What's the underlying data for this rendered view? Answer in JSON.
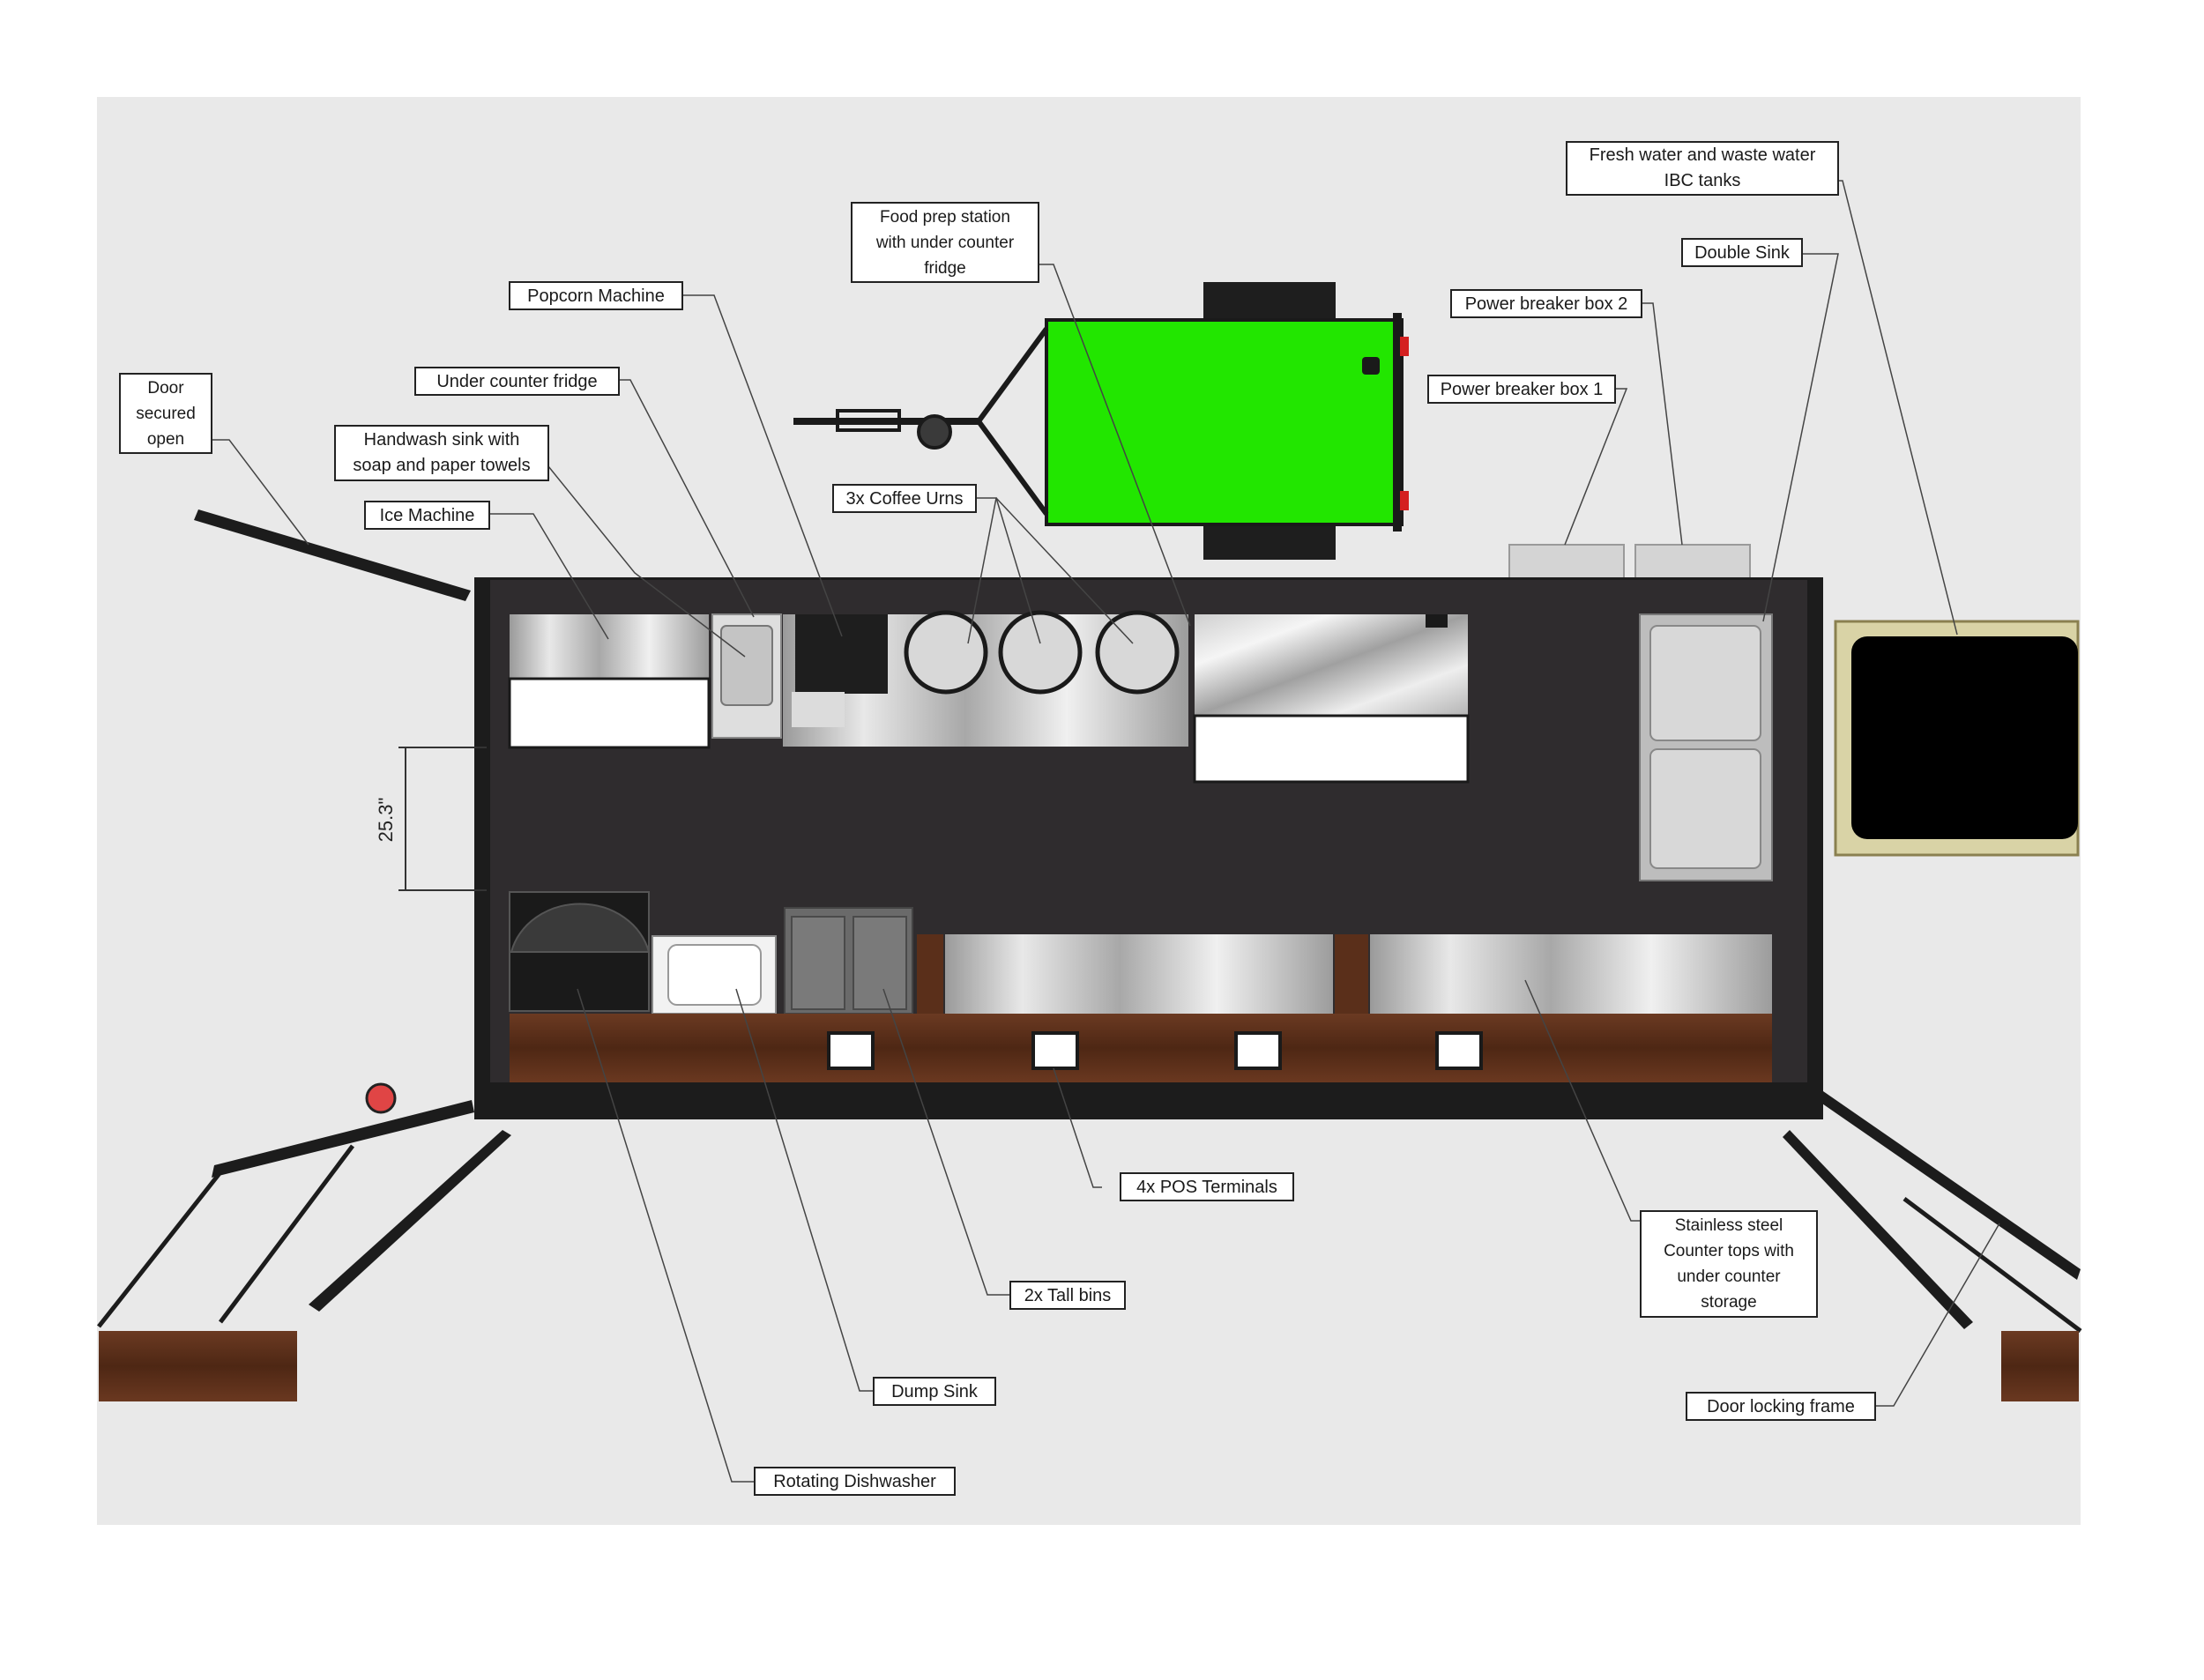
{
  "labels": {
    "door_secured_open": "Door\nsecured\nopen",
    "handwash_sink": "Handwash sink  with\nsoap and paper towels",
    "ice_machine": "Ice Machine",
    "under_counter_fridge": "Under counter fridge",
    "popcorn_machine": "Popcorn Machine",
    "food_prep_station": "Food prep station\nwith under counter\nfridge",
    "coffee_urns": "3x Coffee Urns",
    "power_breaker_box_1": "Power breaker box 1",
    "power_breaker_box_2": "Power breaker box 2",
    "double_sink": "Double Sink",
    "ibc_tanks": "Fresh water and waste water\nIBC tanks",
    "pos_terminals": "4x POS Terminals",
    "tall_bins": "2x Tall bins",
    "dump_sink": "Dump Sink",
    "rotating_dishwasher": "Rotating Dishwasher",
    "stainless_counter": "Stainless steel\nCounter tops with\nunder counter\nstorage",
    "door_locking_frame": "Door locking frame"
  },
  "dimension": "25.3\"",
  "colors": {
    "background": "#e9e9e9",
    "container_floor": "#2f2c2e",
    "container_wall": "#1c1c1c",
    "trailer_green": "#22e600",
    "wood": "#5a2f1a",
    "steel": "#c8c8c8",
    "leader": "#444444",
    "tail_light": "#d42020"
  }
}
